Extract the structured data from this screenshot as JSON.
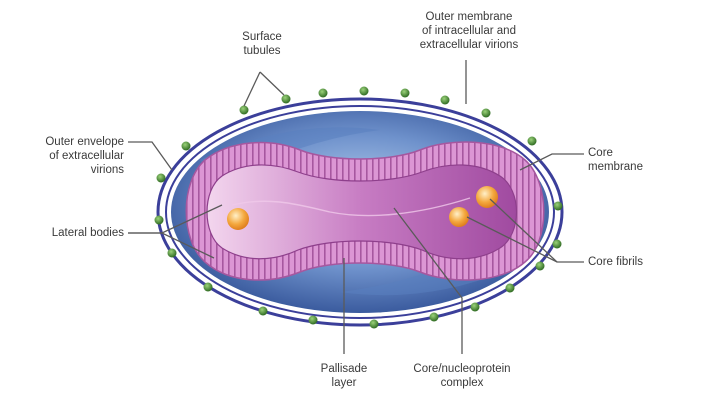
{
  "labels": {
    "surface_tubules": [
      "Surface",
      "tubules"
    ],
    "outer_membrane": [
      "Outer membrane",
      "of intracellular and",
      "extracellular virions"
    ],
    "outer_envelope": [
      "Outer envelope",
      "of extracellular",
      "virions"
    ],
    "core_membrane": [
      "Core",
      "membrane"
    ],
    "lateral_bodies": [
      "Lateral bodies"
    ],
    "core_fibrils": [
      "Core fibrils"
    ],
    "pallisade_layer": [
      "Pallisade",
      "layer"
    ],
    "core_complex": [
      "Core/nucleoprotein",
      "complex"
    ]
  },
  "colors": {
    "outer_membrane": "#3b3f9a",
    "blue_body": "#3f64a8",
    "palisade": "#d98fd0",
    "core": "#9c3f9a",
    "lateral_body": "#f2a23a",
    "tubule": "#3f7a2e"
  }
}
